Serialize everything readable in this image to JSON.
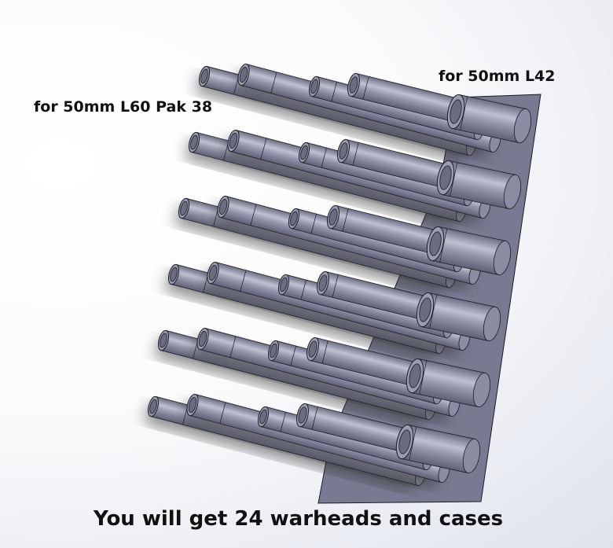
{
  "labels": {
    "left": "for 50mm L60 Pak 38",
    "right": "for 50mm L42",
    "caption": "You will get 24 warheads and cases"
  },
  "render": {
    "part_color": "#7f8197",
    "part_highlight": "#b9bbcc",
    "part_shadow": "#5d5f73",
    "edge_color": "#1c1c24",
    "rows": 6,
    "rounds_per_row": 4,
    "total_parts": 24
  }
}
